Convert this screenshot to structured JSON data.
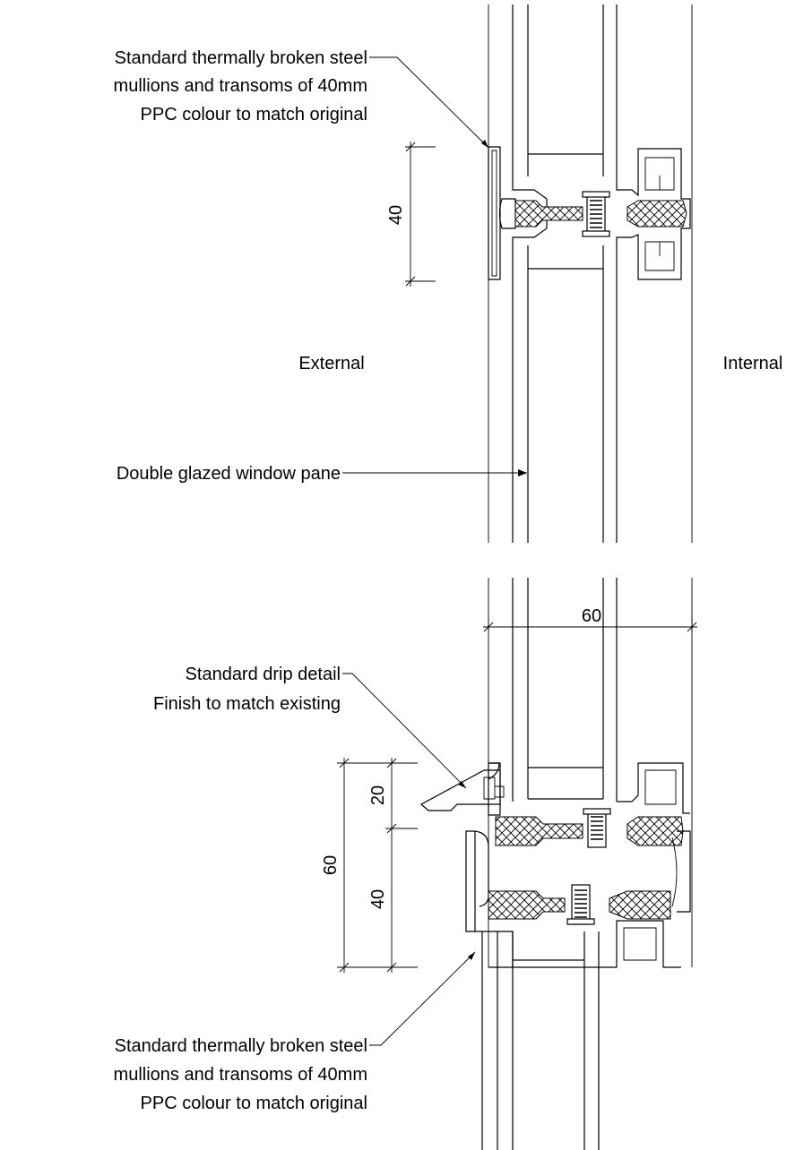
{
  "labels": {
    "top_mullion": [
      "Standard thermally broken steel",
      "mullions and transoms of 40mm",
      "PPC colour to match original"
    ],
    "external": "External",
    "internal": "Internal",
    "glazing": "Double glazed window pane",
    "drip": [
      "Standard drip detail",
      "Finish to match existing"
    ],
    "bottom_mullion": [
      "Standard thermally broken steel",
      "mullions and transoms of 40mm",
      "PPC colour to match original"
    ]
  },
  "dimensions": {
    "top_transom": "40",
    "frame_depth": "60",
    "drip_height": "20",
    "sill_total": "60",
    "sill_transom": "40"
  }
}
